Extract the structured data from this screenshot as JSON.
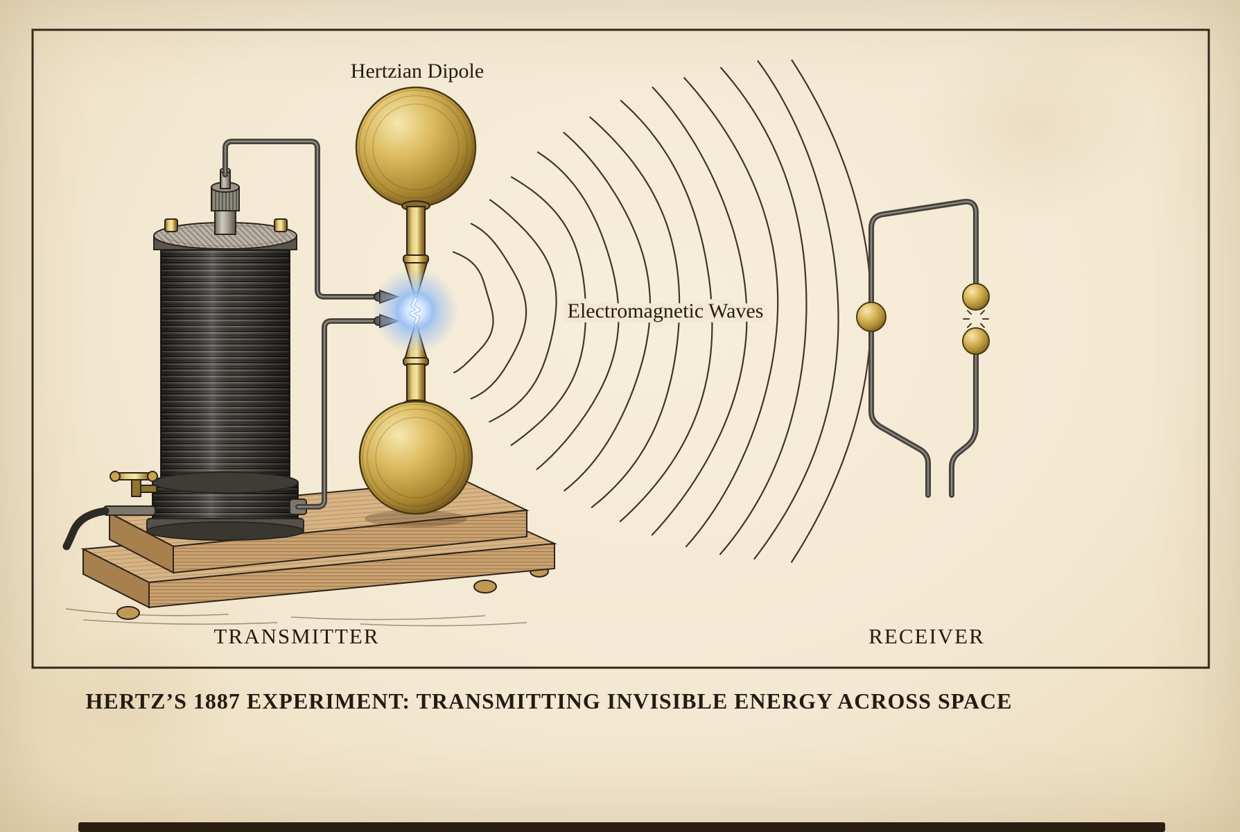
{
  "labels": {
    "dipole": "Hertzian Dipole",
    "waves": "Electromagnetic Waves",
    "transmitter": "TRANSMITTER",
    "receiver": "RECEIVER"
  },
  "caption": "HERTZ’S 1887 EXPERIMENT: TRANSMITTING INVISIBLE ENERGY ACROSS SPACE",
  "waves": {
    "count": 13
  },
  "colors": {
    "paper": "#f3e8d2",
    "ink": "#241c12",
    "frame": "#30271b",
    "brass": "#c8a44e",
    "brass_dark": "#7a5c1f",
    "coil_gray": "#46443f",
    "wood_tan": "#d2ab79",
    "spark_blue": "#8fb8f2",
    "spark_core": "#ffffff"
  }
}
